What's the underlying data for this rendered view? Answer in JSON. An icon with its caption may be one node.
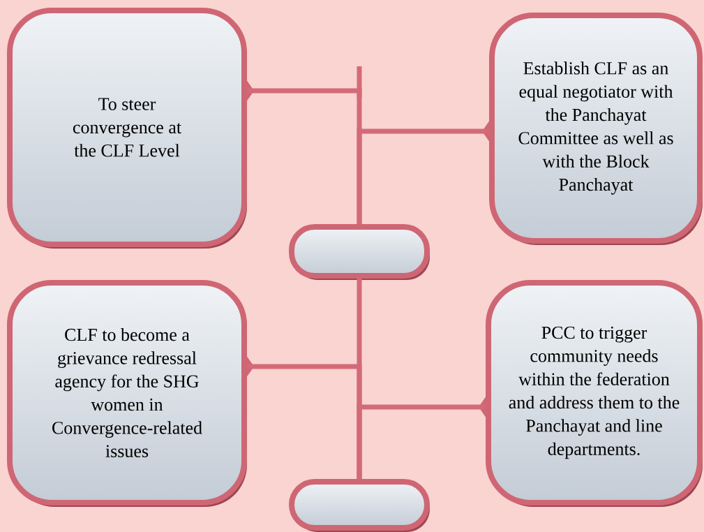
{
  "diagram": {
    "nodes": [
      {
        "text": [
          "To steer convergence at the CLF Level"
        ]
      },
      {
        "text": [
          "Establish CLF as an equal negotiator with the Panchayat Committee as well as with the Block Panchayat"
        ]
      },
      {
        "text": [],
        "shape": "box"
      },
      {
        "text": [
          "CLF to become a grievance redressal agency for the SHG women in Convergence-related issues"
        ]
      },
      {
        "text": [
          "PCC to trigger community needs within the federation and address them to the Panchayat and line departments."
        ]
      },
      {
        "text": [],
        "shape": "box"
      }
    ],
    "edges": [
      {
        "from": 0,
        "to": 2,
        "arrow": "none"
      },
      {
        "from": 1,
        "to": 2,
        "arrow": "none"
      },
      {
        "from": 2,
        "to": 5,
        "arrow": "none"
      },
      {
        "from": 3,
        "to": 5,
        "arrow": "none"
      },
      {
        "from": 4,
        "to": 5,
        "arrow": "none"
      }
    ]
  }
}
